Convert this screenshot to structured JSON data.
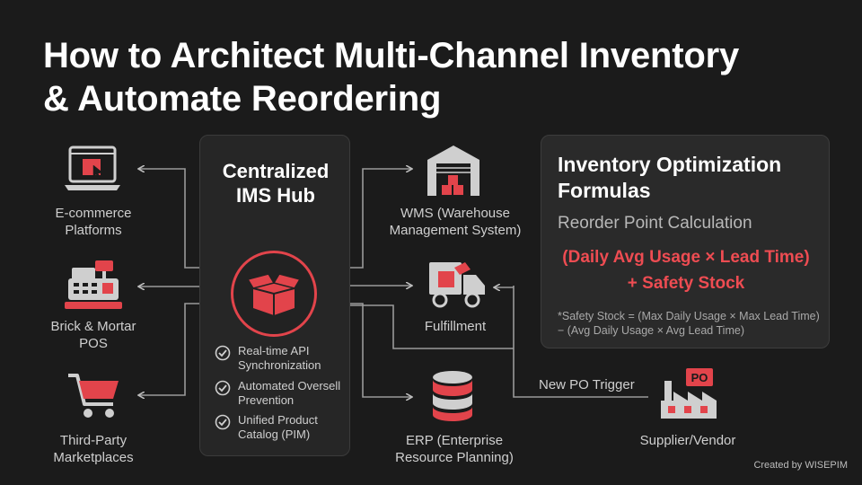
{
  "title": {
    "line1": "How to Architect Multi-Channel Inventory",
    "line2": "& Automate Reordering"
  },
  "channels": {
    "ecommerce": {
      "line1": "E-commerce",
      "line2": "Platforms",
      "icon": "laptop-icon"
    },
    "pos": {
      "line1": "Brick & Mortar",
      "line2": "POS",
      "icon": "cash-register-icon"
    },
    "marketplaces": {
      "line1": "Third-Party",
      "line2": "Marketplaces",
      "icon": "shopping-cart-icon"
    }
  },
  "hub": {
    "title_line1": "Centralized",
    "title_line2": "IMS Hub",
    "icon": "box-icon",
    "features": [
      {
        "line1": "Real-time API",
        "line2": "Synchronization"
      },
      {
        "line1": "Automated Oversell",
        "line2": "Prevention"
      },
      {
        "line1": "Unified Product",
        "line2": "Catalog (PIM)"
      }
    ]
  },
  "systems": {
    "wms": {
      "line1": "WMS (Warehouse",
      "line2": "Management System)",
      "icon": "warehouse-icon"
    },
    "fulfillment": {
      "line1": "Fulfillment",
      "icon": "delivery-truck-icon"
    },
    "erp": {
      "line1": "ERP (Enterprise",
      "line2": "Resource Planning)",
      "icon": "database-icon"
    }
  },
  "supplier": {
    "label": "Supplier/Vendor",
    "badge": "PO",
    "icon": "factory-icon"
  },
  "po_trigger": "New PO Trigger",
  "formulas": {
    "title_line1": "Inventory Optimization",
    "title_line2": "Formulas",
    "subtitle": "Reorder Point Calculation",
    "main_line1": "(Daily Avg Usage × Lead Time)",
    "main_line2": "+ Safety Stock",
    "note": "*Safety Stock = (Max Daily Usage × Max Lead Time) − (Avg Daily Usage × Avg Lead Time)"
  },
  "credit": "Created by WISEPIM",
  "colors": {
    "accent": "#e2444b",
    "background": "#1b1b1b",
    "panel": "#262626"
  }
}
